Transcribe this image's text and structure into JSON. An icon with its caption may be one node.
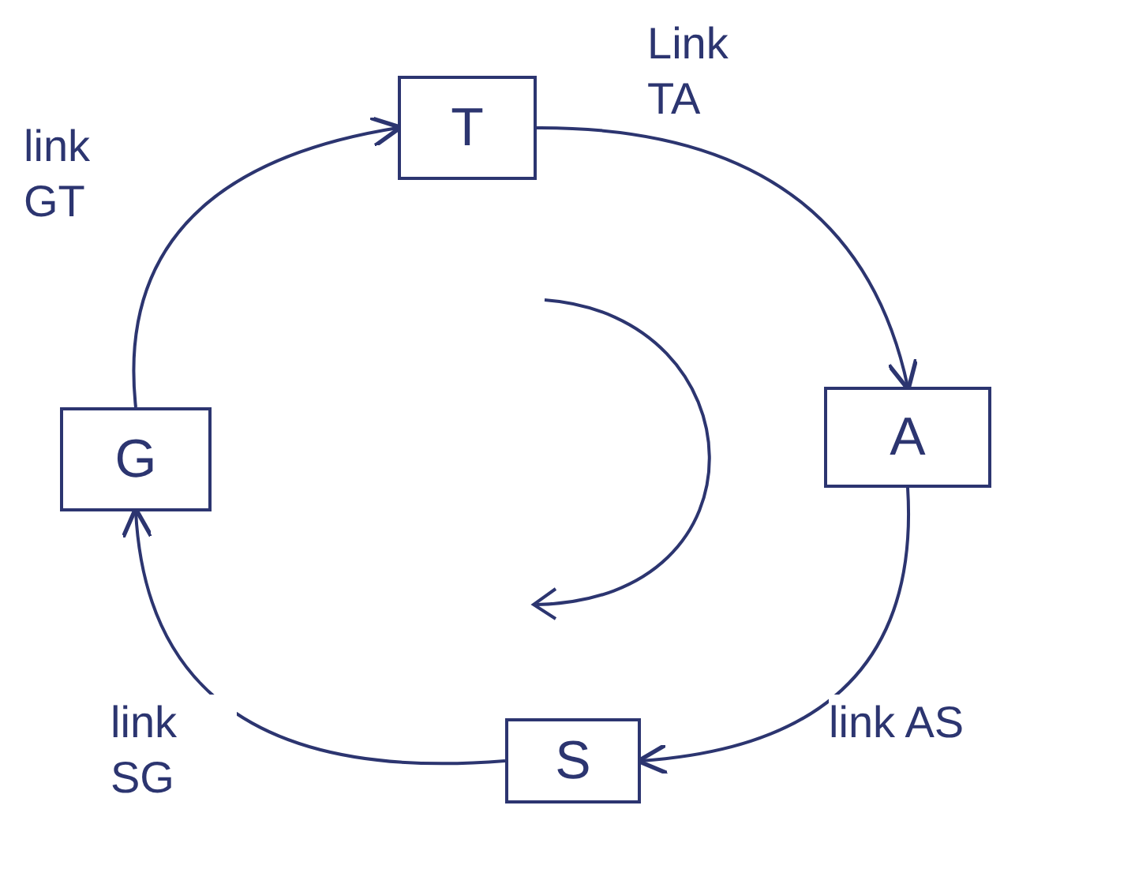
{
  "diagram": {
    "nodes": [
      {
        "text": [
          "T"
        ]
      },
      {
        "text": [
          "A"
        ]
      },
      {
        "text": [
          "S"
        ]
      },
      {
        "text": [
          "G"
        ]
      }
    ],
    "edges": [
      {
        "from": 0,
        "to": 1,
        "arrow": "to",
        "label": "Link TA"
      },
      {
        "from": 1,
        "to": 2,
        "arrow": "to",
        "label": "link AS"
      },
      {
        "from": 2,
        "to": 3,
        "arrow": "to",
        "label": "link SG"
      },
      {
        "from": 3,
        "to": 0,
        "arrow": "to",
        "label": "link GT"
      }
    ]
  }
}
